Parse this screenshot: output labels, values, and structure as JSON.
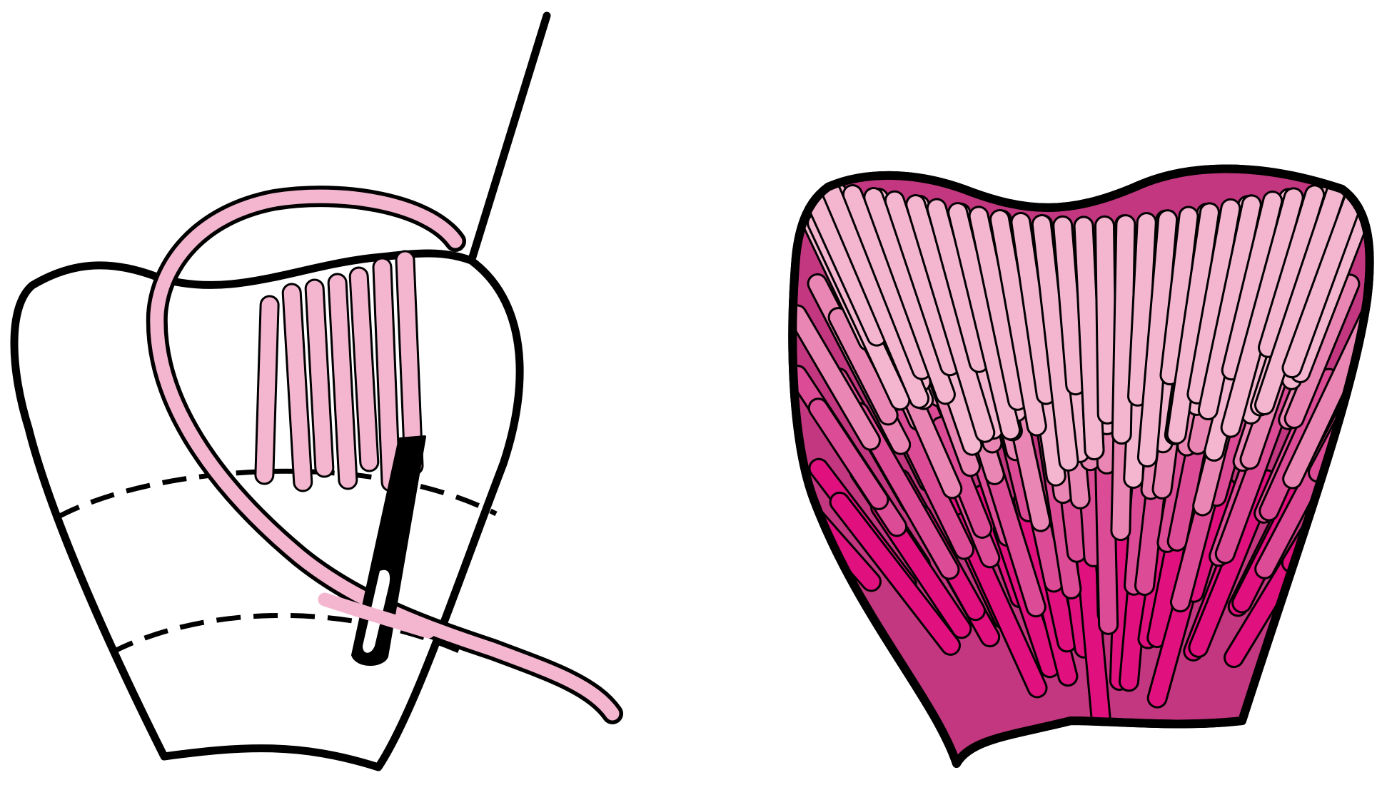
{
  "colors": {
    "outline": "#000000",
    "background": "#ffffff",
    "thread_light": "#f4b6cf",
    "shade_1": "#f4b6cf",
    "shade_2": "#ea86b3",
    "shade_3": "#dc4b95",
    "shade_4": "#e0107e"
  },
  "figures": [
    {
      "id": "stitch-technique",
      "icons": [
        "petal-outline-icon",
        "needle-icon",
        "thread-icon",
        "satin-stitches-icon",
        "guide-lines-icon"
      ]
    },
    {
      "id": "finished-petal",
      "icons": [
        "petal-outline-icon",
        "long-and-short-stitches-icon"
      ],
      "shades": 4
    }
  ]
}
